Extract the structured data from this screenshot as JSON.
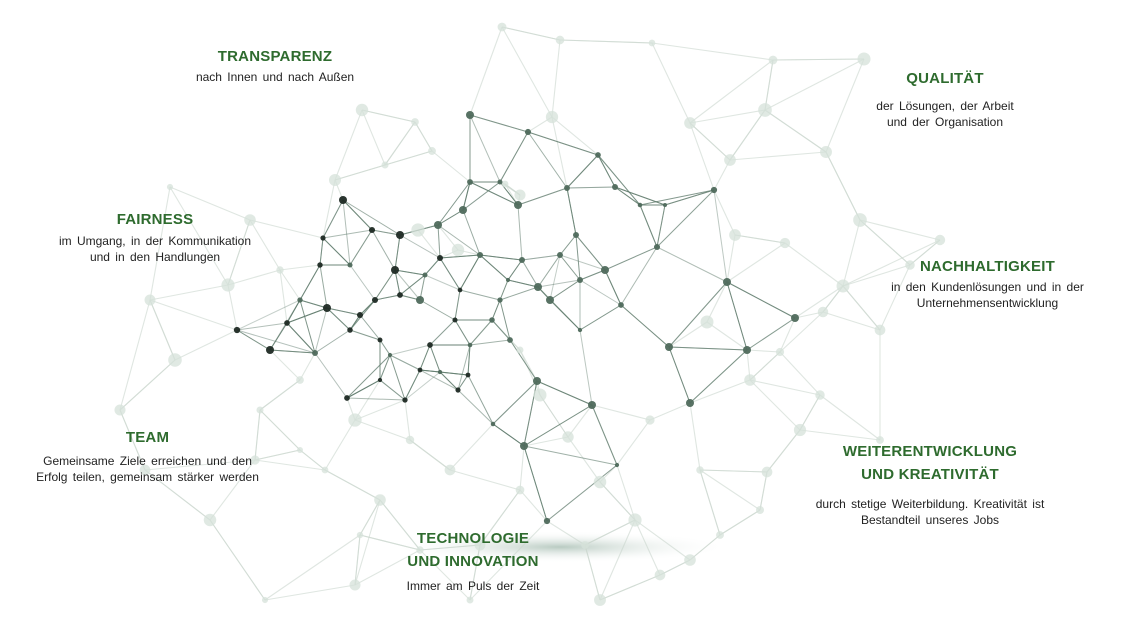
{
  "values": {
    "transparenz": {
      "title": "TRANSPARENZ",
      "desc": "nach Innen und nach Außen"
    },
    "qualitaet": {
      "title": "QUALITÄT",
      "desc1": "der Lösungen, der Arbeit",
      "desc2": "und der Organisation"
    },
    "fairness": {
      "title": "FAIRNESS",
      "desc1": "im Umgang, in der Kommunikation",
      "desc2": "und in den Handlungen"
    },
    "nachhaltigkeit": {
      "title": "NACHHALTIGKEIT",
      "desc1": "in den Kundenlösungen und in der",
      "desc2": "Unternehmensentwicklung"
    },
    "team": {
      "title": "TEAM",
      "desc1": "Gemeinsame Ziele erreichen und den",
      "desc2": "Erfolg teilen, gemeinsam stärker werden"
    },
    "weiterentwicklung": {
      "title1": "WEITERENTWICKLUNG",
      "title2": "UND KREATIVITÄT",
      "desc1": "durch stetige Weiterbildung. Kreativität ist",
      "desc2": "Bestandteil unseres Jobs"
    },
    "technologie": {
      "title1": "TECHNOLOGIE",
      "title2": "UND INNOVATION",
      "desc": "Immer am Puls der Zeit"
    }
  },
  "colors": {
    "heading": "#2e6b2e",
    "text": "#222222",
    "node_dark": "#1f2a24",
    "node_mid": "#4f6a5c",
    "node_light": "#d6e2da"
  }
}
